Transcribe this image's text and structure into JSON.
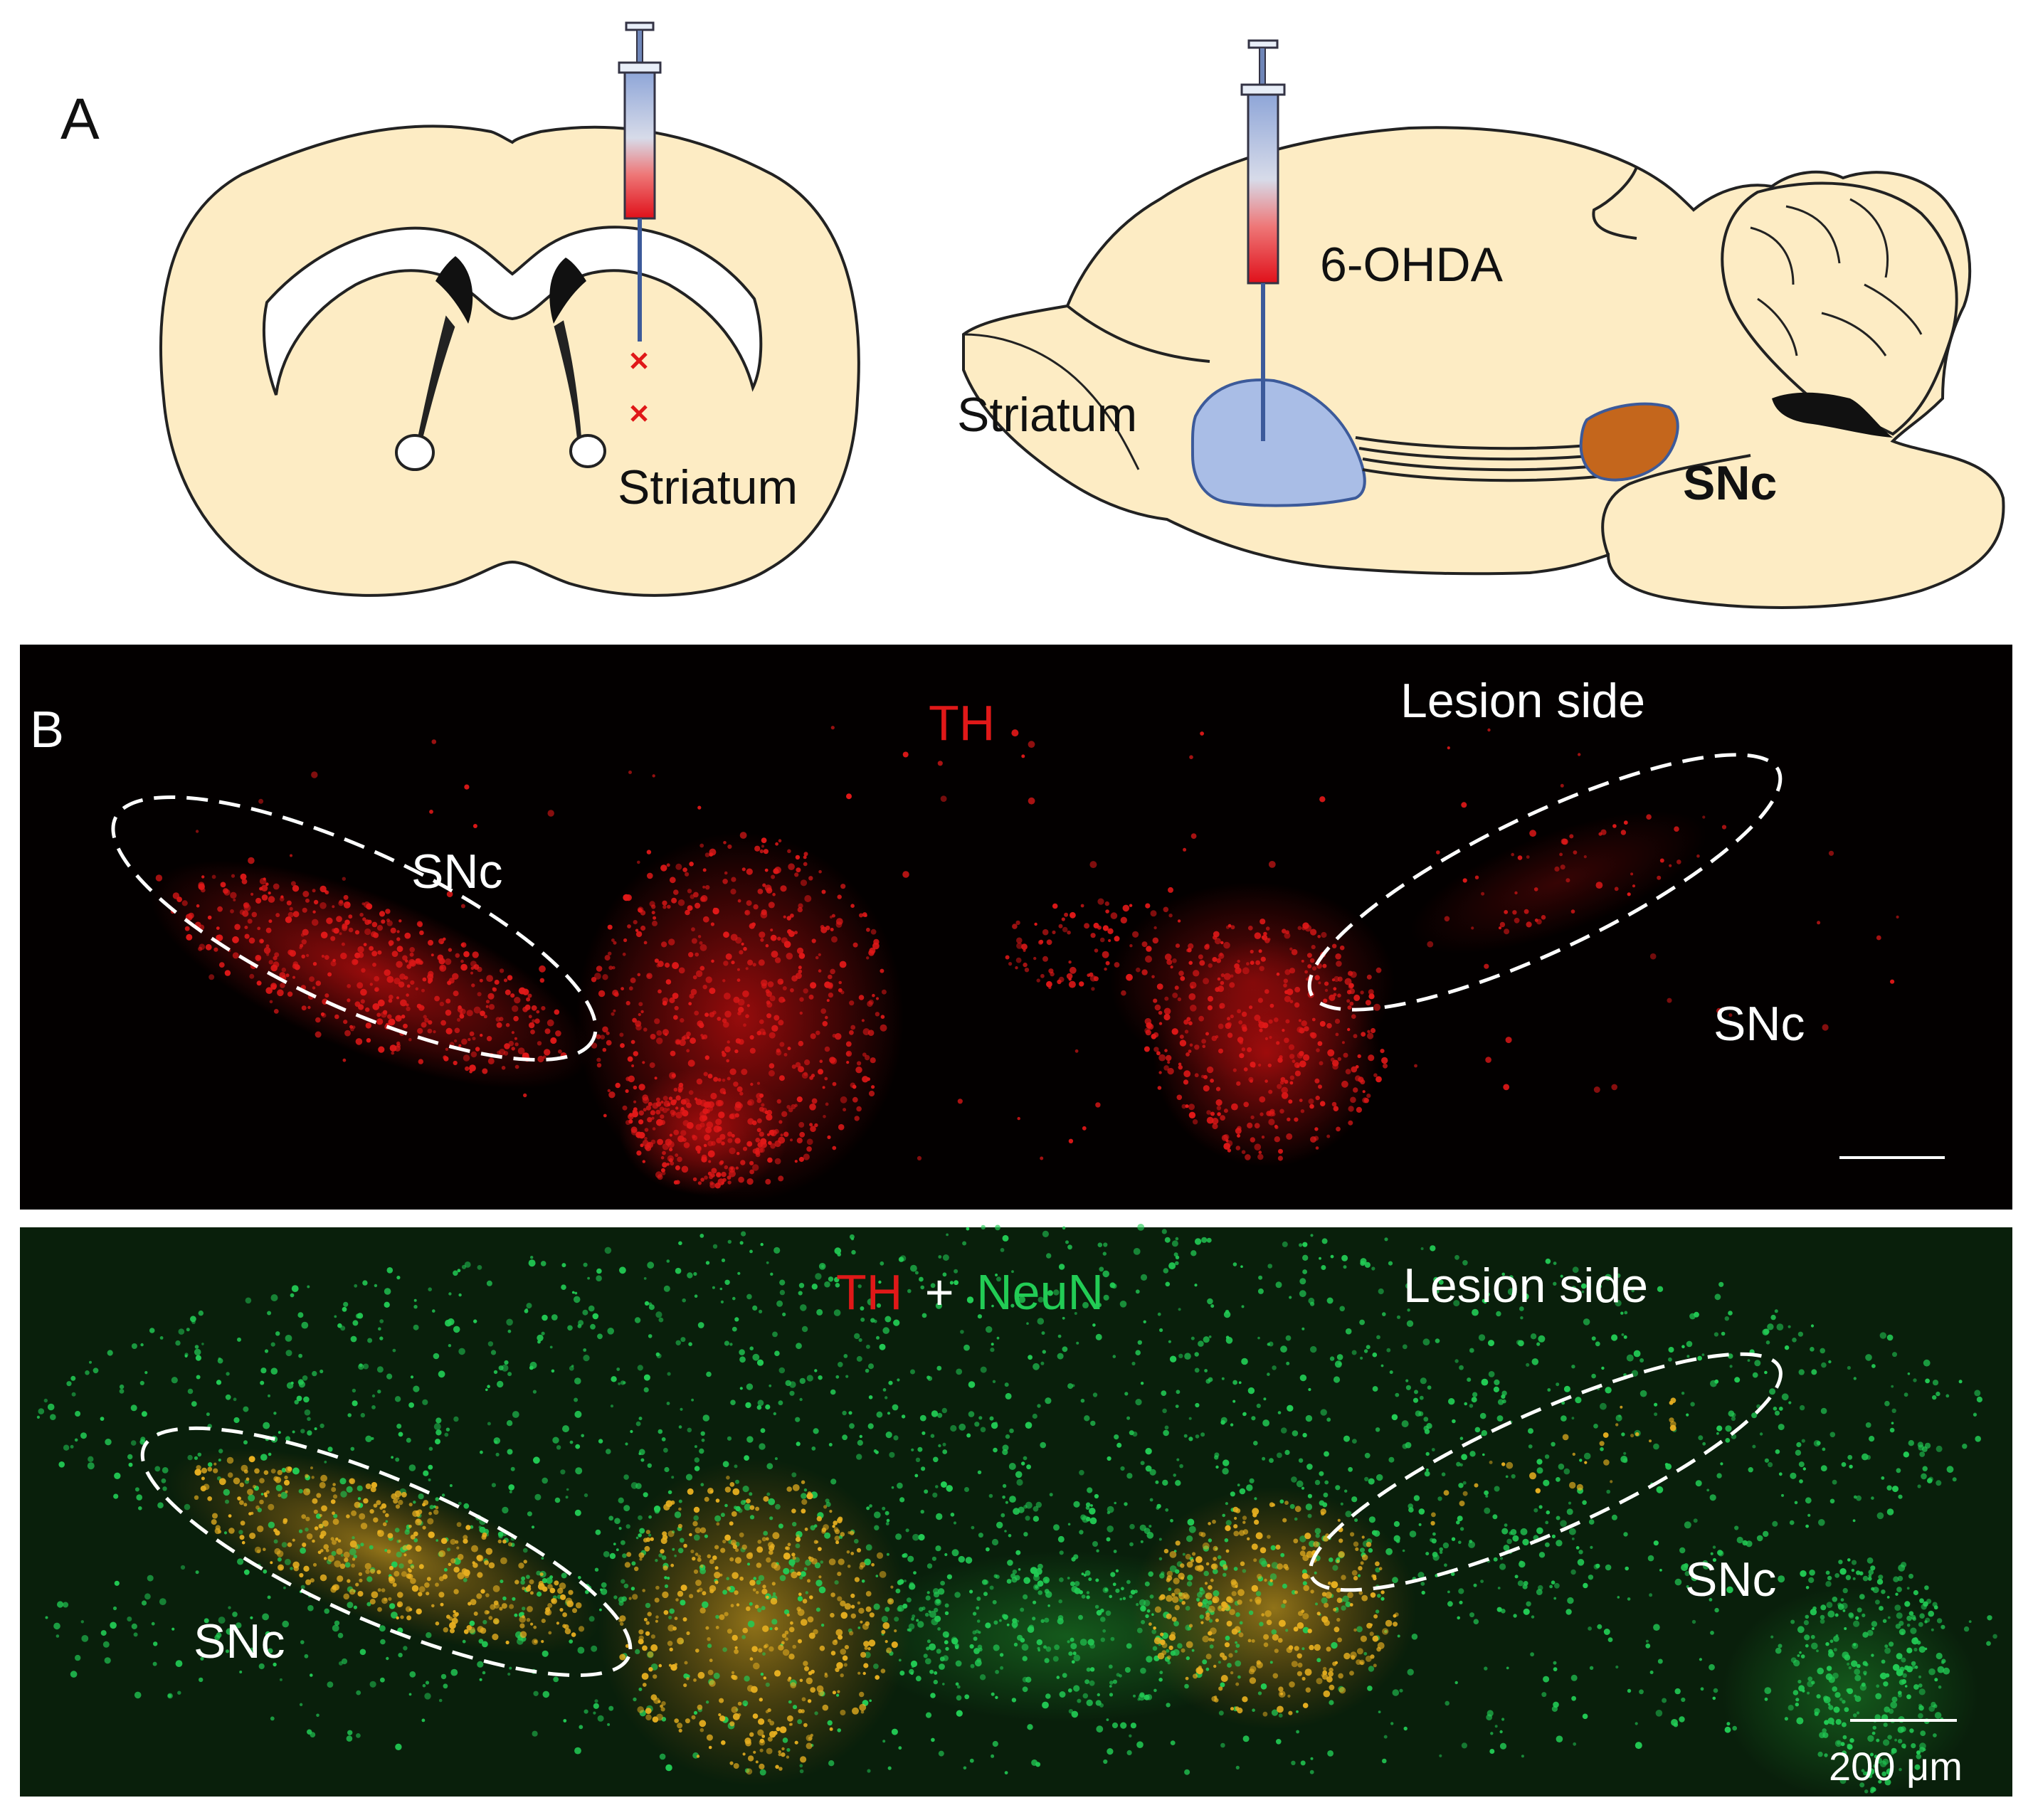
{
  "panel_a": {
    "letter": "A",
    "coronal_label": "Striatum",
    "sagittal_drug_label": "6-OHDA",
    "sagittal_striatum_label": "Striatum",
    "sagittal_snc_label": "SNc"
  },
  "panel_b": {
    "letter": "B",
    "top": {
      "stain_label": "TH",
      "lesion_label": "Lesion side",
      "left_region_label": "SNc",
      "right_region_label": "SNc"
    },
    "bottom": {
      "stain_label_th": "TH",
      "stain_label_plus": "+",
      "stain_label_neun": "NeuN",
      "lesion_label": "Lesion side",
      "left_region_label": "SNc",
      "right_region_label": "SNc",
      "scale_bar_label": "200 μm"
    }
  },
  "colors": {
    "brain_fill": "#fdecc4",
    "th_red": "#e01818",
    "neun_green": "#22cc55",
    "striatum_blue": "#a9bde6",
    "snc_brown": "#c4661c"
  }
}
